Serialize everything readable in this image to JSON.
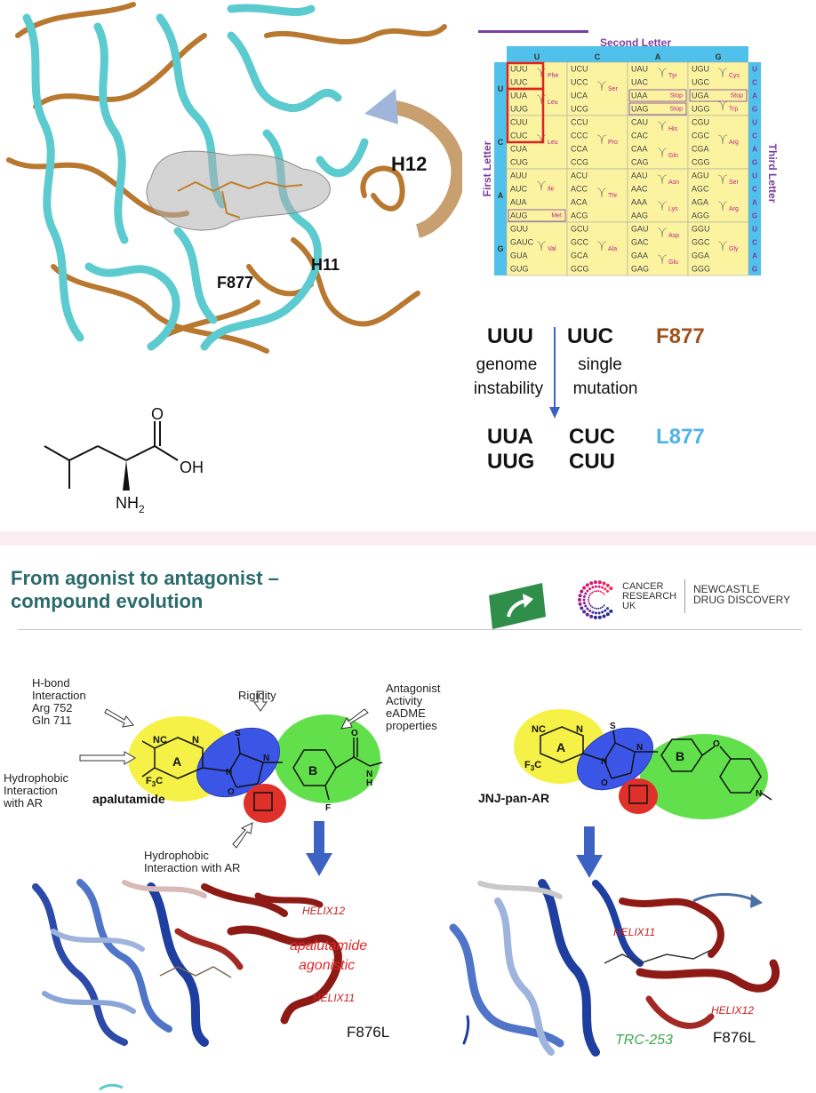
{
  "protein_top": {
    "h12_label": "H12",
    "h11_label": "H11",
    "f877_label": "F877"
  },
  "codon_table": {
    "header": "Second Letter",
    "second_letters": [
      "U",
      "C",
      "A",
      "G"
    ],
    "first_letter_label": "First Letter",
    "third_letter_label": "Third Letter",
    "first_letters": [
      "U",
      "C",
      "A",
      "G"
    ],
    "third_letters": [
      "U",
      "C",
      "A",
      "G"
    ],
    "blocks": [
      [
        {
          "codons": [
            "UUU",
            "UUC",
            "UUA",
            "UUG"
          ],
          "aas": [
            {
              "name": "Phe",
              "row": 0.5
            },
            {
              "name": "Leu",
              "row": 2.5
            }
          ]
        },
        {
          "codons": [
            "UCU",
            "UCC",
            "UCA",
            "UCG"
          ],
          "aas": [
            {
              "name": "Ser",
              "row": 1.5
            }
          ]
        },
        {
          "codons": [
            "UAU",
            "UAC",
            "UAA",
            "UAG"
          ],
          "aas": [
            {
              "name": "Tyr",
              "row": 0.5
            },
            {
              "name": "Stop",
              "row": 2
            },
            {
              "name": "Stop",
              "row": 3
            }
          ]
        },
        {
          "codons": [
            "UGU",
            "UGC",
            "UGA",
            "UGG"
          ],
          "aas": [
            {
              "name": "Cys",
              "row": 0.5
            },
            {
              "name": "Stop",
              "row": 2
            },
            {
              "name": "Trp",
              "row": 3
            }
          ]
        }
      ],
      [
        {
          "codons": [
            "CUU",
            "CUC",
            "CUA",
            "CUG"
          ],
          "aas": [
            {
              "name": "Leu",
              "row": 1.5
            }
          ]
        },
        {
          "codons": [
            "CCU",
            "CCC",
            "CCA",
            "CCG"
          ],
          "aas": [
            {
              "name": "Pro",
              "row": 1.5
            }
          ]
        },
        {
          "codons": [
            "CAU",
            "CAC",
            "CAA",
            "CAG"
          ],
          "aas": [
            {
              "name": "His",
              "row": 0.5
            },
            {
              "name": "Gln",
              "row": 2.5
            }
          ]
        },
        {
          "codons": [
            "CGU",
            "CGC",
            "CGA",
            "CGG"
          ],
          "aas": [
            {
              "name": "Arg",
              "row": 1.5
            }
          ]
        }
      ],
      [
        {
          "codons": [
            "AUU",
            "AUC",
            "AUA",
            "AUG"
          ],
          "aas": [
            {
              "name": "Ile",
              "row": 1
            },
            {
              "name": "Met",
              "row": 3
            }
          ]
        },
        {
          "codons": [
            "ACU",
            "ACC",
            "ACA",
            "ACG"
          ],
          "aas": [
            {
              "name": "Thr",
              "row": 1.5
            }
          ]
        },
        {
          "codons": [
            "AAU",
            "AAC",
            "AAA",
            "AAG"
          ],
          "aas": [
            {
              "name": "Asn",
              "row": 0.5
            },
            {
              "name": "Lys",
              "row": 2.5
            }
          ]
        },
        {
          "codons": [
            "AGU",
            "AGC",
            "AGA",
            "AGG"
          ],
          "aas": [
            {
              "name": "Ser",
              "row": 0.5
            },
            {
              "name": "Arg",
              "row": 2.5
            }
          ]
        }
      ],
      [
        {
          "codons": [
            "GUU",
            "GAUC",
            "GUA",
            "GUG"
          ],
          "aas": [
            {
              "name": "Val",
              "row": 1.5
            }
          ]
        },
        {
          "codons": [
            "GCU",
            "GCC",
            "GCA",
            "GCG"
          ],
          "aas": [
            {
              "name": "Ala",
              "row": 1.5
            }
          ]
        },
        {
          "codons": [
            "GAU",
            "GAC",
            "GAA",
            "GAG"
          ],
          "aas": [
            {
              "name": "Asp",
              "row": 0.5
            },
            {
              "name": "Glu",
              "row": 2.5
            }
          ]
        },
        {
          "codons": [
            "GGU",
            "GGC",
            "GGA",
            "GGG"
          ],
          "aas": [
            {
              "name": "Gly",
              "row": 1.5
            }
          ]
        }
      ]
    ]
  },
  "mutation": {
    "from_codon_1": "UUU",
    "from_codon_2": "UUC",
    "from_residue": "F877",
    "left_caption_1": "genome",
    "left_caption_2": "instability",
    "right_caption_1": "single",
    "right_caption_2": "mutation",
    "to_codon_1a": "UUA",
    "to_codon_1b": "UUG",
    "to_codon_2a": "CUC",
    "to_codon_2b": "CUU",
    "to_residue": "L877",
    "from_color": "#a0521d",
    "to_color": "#4fb3e8"
  },
  "leucine": {
    "o_label": "O",
    "oh_label": "OH",
    "nh2_label": "NH",
    "nh2_sub": "2"
  },
  "section2": {
    "title_line1": "From agonist to antagonist –",
    "title_line2": "compound evolution",
    "logo_cancer": "CANCER",
    "logo_research": "RESEARCH",
    "logo_uk": "UK",
    "logo_newcastle": "NEWCASTLE",
    "logo_drug": "DRUG DISCOVERY"
  },
  "apalutamide": {
    "name": "apalutamide",
    "hbond": [
      "H-bond",
      "Interaction",
      "Arg 752",
      "Gln 711"
    ],
    "rigidity": "Rigidity",
    "antagonist": [
      "Antagonist",
      "Activity",
      "eADME",
      "properties"
    ],
    "hydrophobic_left": [
      "Hydrophobic",
      "Interaction",
      "with AR"
    ],
    "hydrophobic_bottom": [
      "Hydrophobic",
      "Interaction with AR"
    ],
    "ring_a": "A",
    "ring_b": "B",
    "nc": "NC",
    "f3c": "F",
    "f3c_sub": "3",
    "f3c_c": "C",
    "n": "N",
    "s": "S",
    "o": "O",
    "f": "F",
    "nh_h": "H",
    "nh_n": "N"
  },
  "jnj": {
    "name": "JNJ-pan-AR",
    "ring_a": "A",
    "ring_b": "B",
    "nc": "NC",
    "f3c": "F",
    "f3c_sub": "3",
    "f3c_c": "C",
    "n": "N",
    "s": "S",
    "o": "O"
  },
  "bottom_left": {
    "helix12": "HELIX12",
    "caption_1": "apalutamide",
    "caption_2": "agonistic",
    "helix11": "HELIX11",
    "mutant": "F876L"
  },
  "bottom_right": {
    "helix11": "HELIX11",
    "helix12": "HELIX12",
    "compound": "TRC-253",
    "mutant": "F876L"
  },
  "colors": {
    "cyan_ribbon": "#5ccbd0",
    "brown_ribbon": "#b8782f",
    "table_yellow": "#fbf3a0",
    "table_blue": "#4fc1ea",
    "red_box": "#e0231f",
    "purple": "#7a3ea0",
    "teal_title": "#2c6b6b",
    "ring_yellow": "#f6f146",
    "ring_blue": "#3b55e6",
    "ring_green": "#62e04c",
    "ring_red": "#e0302a",
    "arrow_blue": "#3c63c4",
    "dark_red": "#8e1a16"
  }
}
